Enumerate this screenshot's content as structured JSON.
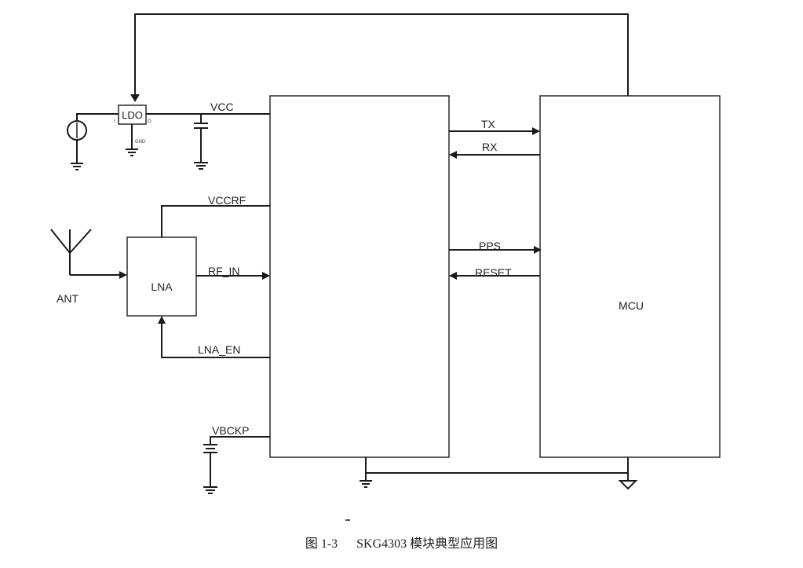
{
  "blocks": {
    "ldo": "LDO",
    "lna": "LNA",
    "mcu": "MCU",
    "gnss_module": ""
  },
  "pin_labels": {
    "ldo_in": "I",
    "ldo_out": "O",
    "ldo_gnd": "GND"
  },
  "signals": {
    "vcc": "VCC",
    "vccrf": "VCCRF",
    "rf_in": "RF_IN",
    "lna_en": "LNA_EN",
    "vbckp": "VBCKP",
    "tx": "TX",
    "rx": "RX",
    "pps": "PPS",
    "reset": "RESET",
    "ant": "ANT"
  },
  "caption": {
    "figure_number": "图 1-3",
    "title": "SKG4303 模块典型应用图"
  }
}
